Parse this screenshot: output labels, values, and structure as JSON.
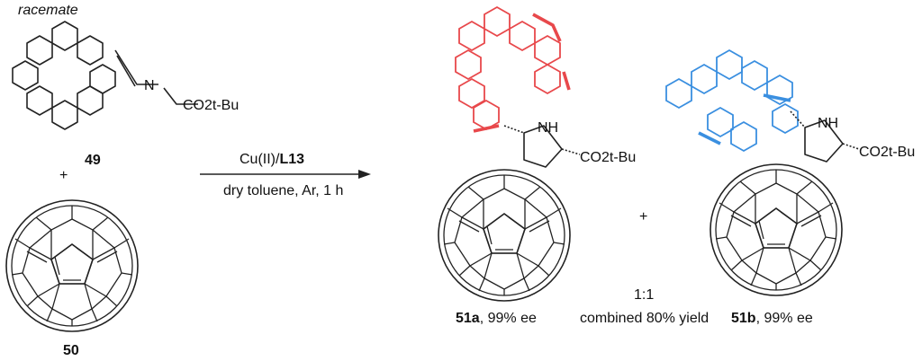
{
  "scheme": {
    "reactant_tag": "racemate",
    "reactant1_group": "CO2t-Bu",
    "reactant1_number": "49",
    "plus": "+",
    "reactant2_number": "50",
    "conditions_top_a": "Cu(II)/",
    "conditions_top_b": "L13",
    "conditions_bottom": "dry toluene, Ar, 1 h",
    "product_a": {
      "nh": "NH",
      "group": "CO2t-Bu",
      "number": "51a",
      "ee": ", 99% ee",
      "helix_color": "#e8484b"
    },
    "product_b": {
      "nh": "NH",
      "group": "CO2t-Bu",
      "number": "51b",
      "ee": ", 99% ee",
      "helix_color": "#3a8fe0"
    },
    "ratio": "1:1",
    "yield": "combined 80% yield"
  }
}
